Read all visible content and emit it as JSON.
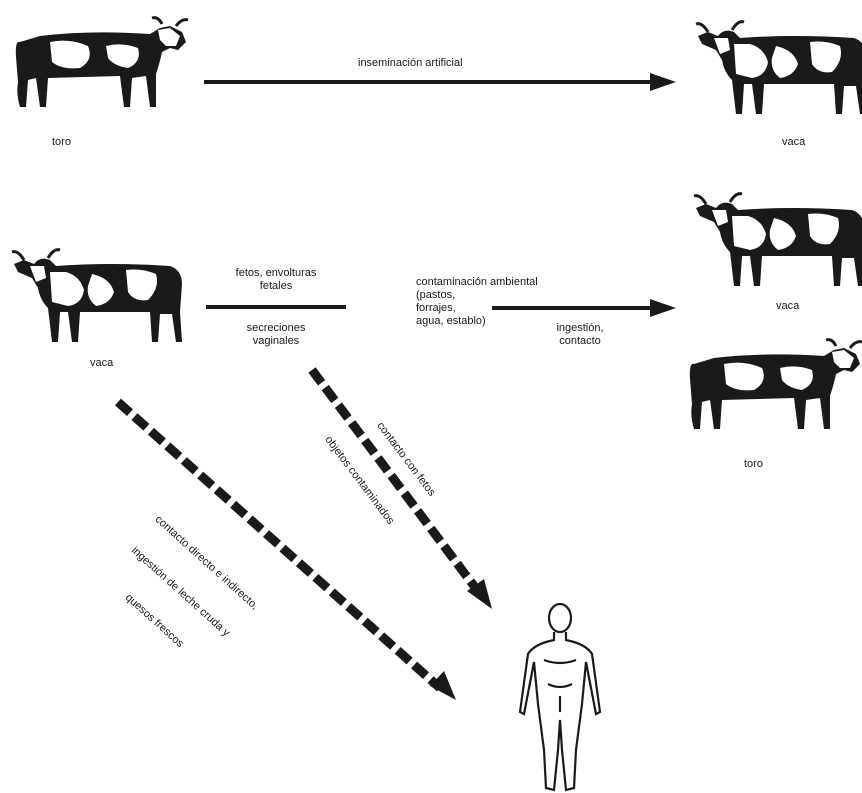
{
  "labels": {
    "bull_top_left": "toro",
    "cow_top_right": "vaca",
    "cow_mid_left": "vaca",
    "cow_mid_right": "vaca",
    "bull_mid_right": "toro",
    "artificial_insemination": "inseminación artificial",
    "fetuses_line1": "fetos, envolturas",
    "fetuses_line2": "fetales",
    "secretions_line1": "secreciones",
    "secretions_line2": "vaginales",
    "env_contamination_line1": "contaminación ambiental",
    "env_contamination_line2": "(pastos,",
    "env_contamination_line3": "forrajes,",
    "env_contamination_line4": "agua, establo)",
    "ingestion_line1": "ingestión,",
    "ingestion_line2": "contacto",
    "contact_fetuses": "contacto con fetos",
    "contaminated_objects": "objetos contaminados",
    "direct_contact_line1": "contacto directo e indirecto,",
    "direct_contact_line2": "ingestión de leche cruda y",
    "direct_contact_line3": "quesos frescos"
  },
  "icons": [
    "bull-icon",
    "cow-icon",
    "human-figure-icon"
  ],
  "colors": {
    "ink": "#1a1a1a",
    "background": "#ffffff"
  }
}
